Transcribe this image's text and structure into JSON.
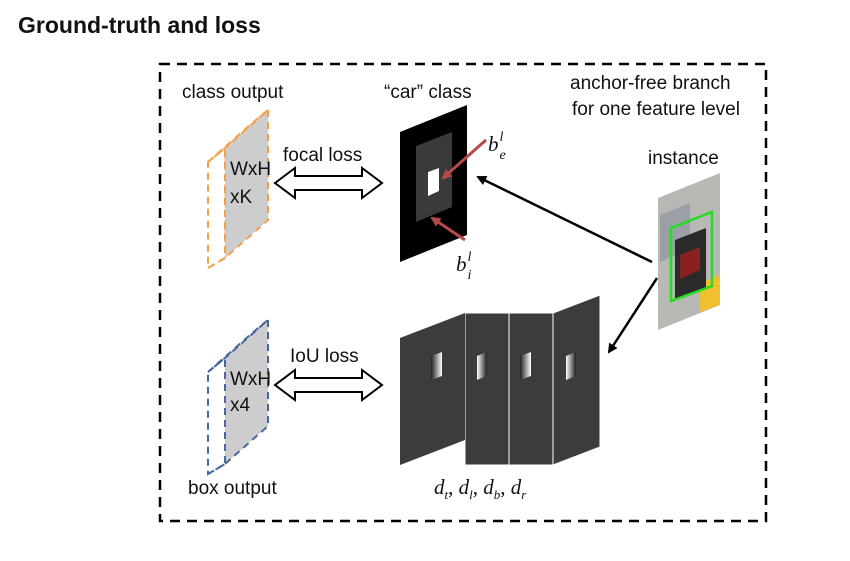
{
  "title": "Ground-truth and loss",
  "branch_label_line1": "anchor-free branch",
  "branch_label_line2": "for one feature level",
  "class_output_label": "class output",
  "class_map_line1": "WxH",
  "class_map_line2": "xK",
  "focal_loss_label": "focal loss",
  "car_class_label": "“car” class",
  "be_base": "b",
  "be_sup": "l",
  "be_sub": "e",
  "bi_base": "b",
  "bi_sup": "l",
  "bi_sub": "i",
  "instance_label": "instance",
  "box_output_label": "box output",
  "box_map_line1": "WxH",
  "box_map_line2": "x4",
  "iou_loss_label": "IoU loss",
  "dist_labels": [
    "d",
    "t",
    ", ",
    "d",
    "l",
    ", ",
    "d",
    "b",
    ", ",
    "d",
    "r"
  ],
  "colors": {
    "class_border": "#f0a24a",
    "box_border": "#46699e",
    "map_fill": "#cdcdcd",
    "dark_map": "#3c3c3c",
    "car_outer": "#000000",
    "car_inner": "#3a3a3a",
    "red_arrow": "#b44a4a",
    "green_box": "#22dd22"
  }
}
